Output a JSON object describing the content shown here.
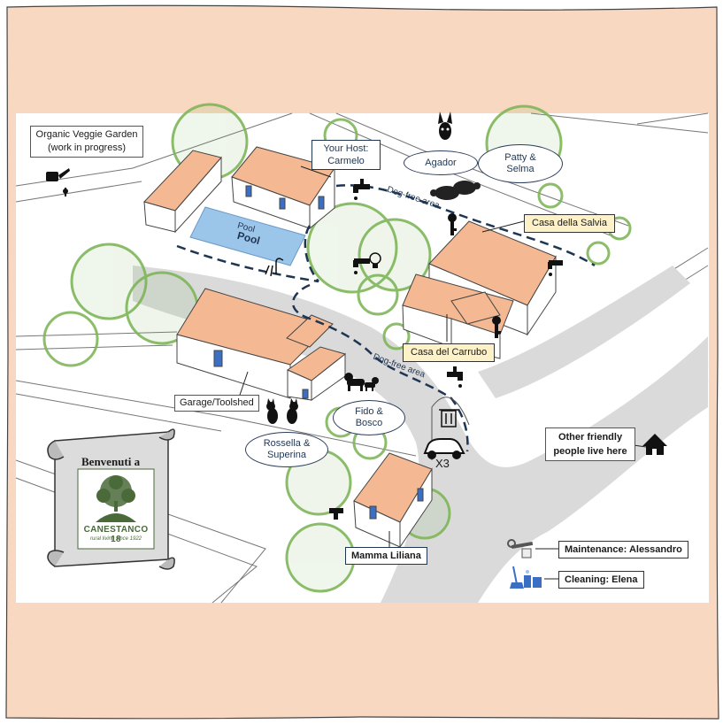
{
  "labels": {
    "veggie_garden": [
      "Organic Veggie Garden",
      "(work in progress)"
    ],
    "host": [
      "Your Host:",
      "Carmelo"
    ],
    "agador": "Agador",
    "patty": [
      "Patty &",
      "Selma"
    ],
    "casa_salvia": "Casa della Salvia",
    "dogfree_top": "Dog-free area",
    "dogfree_mid": "Dog-free area",
    "pool_1": "Pool",
    "pool_2": "Pool",
    "casa_carrubo": "Casa del Carrubo",
    "garage": "Garage/Toolshed",
    "fido": [
      "Fido &",
      "Bosco"
    ],
    "rossella": [
      "Rossella &",
      "Superina"
    ],
    "cars_count": "X3",
    "other_people": [
      "Other friendly",
      "people live here"
    ],
    "mamma": "Mamma Liliana",
    "maintenance": "Maintenance: Alessandro",
    "cleaning": "Cleaning: Elena",
    "welcome": "Benvenuti a",
    "brand": "CANESTANCO 18",
    "brand_tagline": "rural living since 1922"
  },
  "icons": [
    "watering-can-icon",
    "faucet-icon",
    "key-icon",
    "shower-icon",
    "light-bulb-icon",
    "dog-icon",
    "cat-icon",
    "trash-bin-icon",
    "car-icon",
    "house-icon",
    "wrench-icon",
    "cleaning-icon",
    "donkey-icon",
    "turtle-icon",
    "tree-logo"
  ],
  "colors": {
    "frame_peach": "#f8d8c0",
    "roof": "#f4b992",
    "tree_green": "#7fb65a",
    "road_gray": "#d9d9d9",
    "path_navy": "#1f3653",
    "pool_blue": "#9cc5ea",
    "door_blue": "#3a6fc4",
    "label_yellow": "#fdf1c8",
    "logo_green": "#4a6a3a"
  }
}
